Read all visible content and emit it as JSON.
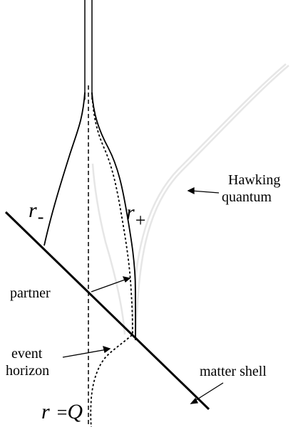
{
  "labels": {
    "r_minus": {
      "symbol": "r",
      "subscript": "-"
    },
    "r_plus": {
      "symbol": "r",
      "subscript": "+"
    },
    "hawking_line1": "Hawking",
    "hawking_line2": "quantum",
    "partner": "partner",
    "event_line1": "event",
    "event_line2": "horizon",
    "matter_shell": "matter shell",
    "r_eq_q": {
      "symbol": "r",
      "operator": "=",
      "value": "Q"
    }
  },
  "colors": {
    "ink": "#000000",
    "hawking_path": "#e6e6e6",
    "background": "#ffffff"
  }
}
